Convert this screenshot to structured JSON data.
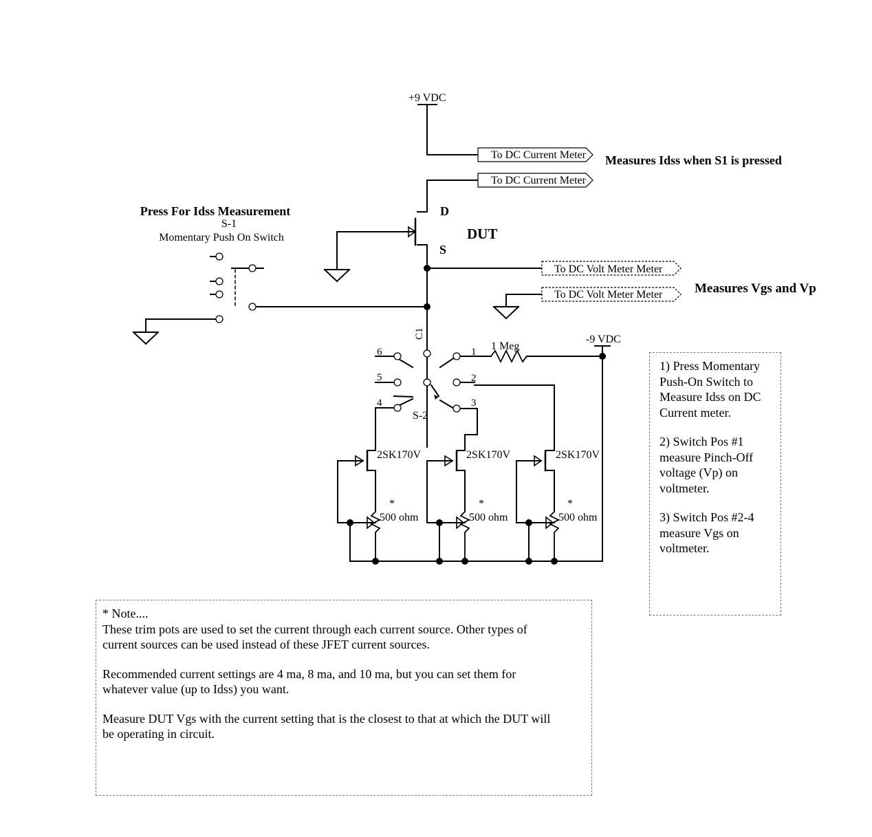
{
  "supply": {
    "positive": "+9 VDC",
    "negative": "-9 VDC"
  },
  "meters": {
    "current_1": "To DC Current Meter",
    "current_2": "To DC Current Meter",
    "volt_1": "To DC Volt Meter Meter",
    "volt_2": "To DC Volt Meter Meter",
    "idss_note": "Measures Idss when S1 is pressed",
    "vgs_note": "Measures Vgs and Vp"
  },
  "dut": {
    "label": "DUT",
    "drain": "D",
    "source": "S"
  },
  "switch1": {
    "title": "Press For Idss Measurement",
    "ref": "S-1",
    "desc": "Momentary Push On Switch"
  },
  "switch2": {
    "ref": "S-2",
    "common_label": "C1",
    "positions": [
      "1",
      "2",
      "3",
      "4",
      "5",
      "6"
    ]
  },
  "resistor": {
    "label": "1 Meg"
  },
  "current_sources": [
    {
      "jfet": "2SK170V",
      "pot": "500 ohm",
      "mark": "*"
    },
    {
      "jfet": "2SK170V",
      "pot": "500 ohm",
      "mark": "*"
    },
    {
      "jfet": "2SK170V",
      "pot": "500 ohm",
      "mark": "*"
    }
  ],
  "instructions": [
    "1) Press Momentary Push-On Switch to Measure Idss on DC Current meter.",
    "2) Switch Pos #1 measure Pinch-Off voltage (Vp) on voltmeter.",
    "3) Switch Pos #2-4 measure Vgs on voltmeter."
  ],
  "note": {
    "heading": "* Note....",
    "paragraphs": [
      "These trim pots are used to set the current through each current source. Other types of\n current sources can be used instead of these JFET current sources.",
      "Recommended current settings are 4 ma, 8 ma, and 10 ma, but you can set them for\n whatever value (up to Idss) you want.",
      "Measure DUT Vgs with the current setting that is the closest to that at which the DUT will\n be operating in circuit."
    ]
  }
}
